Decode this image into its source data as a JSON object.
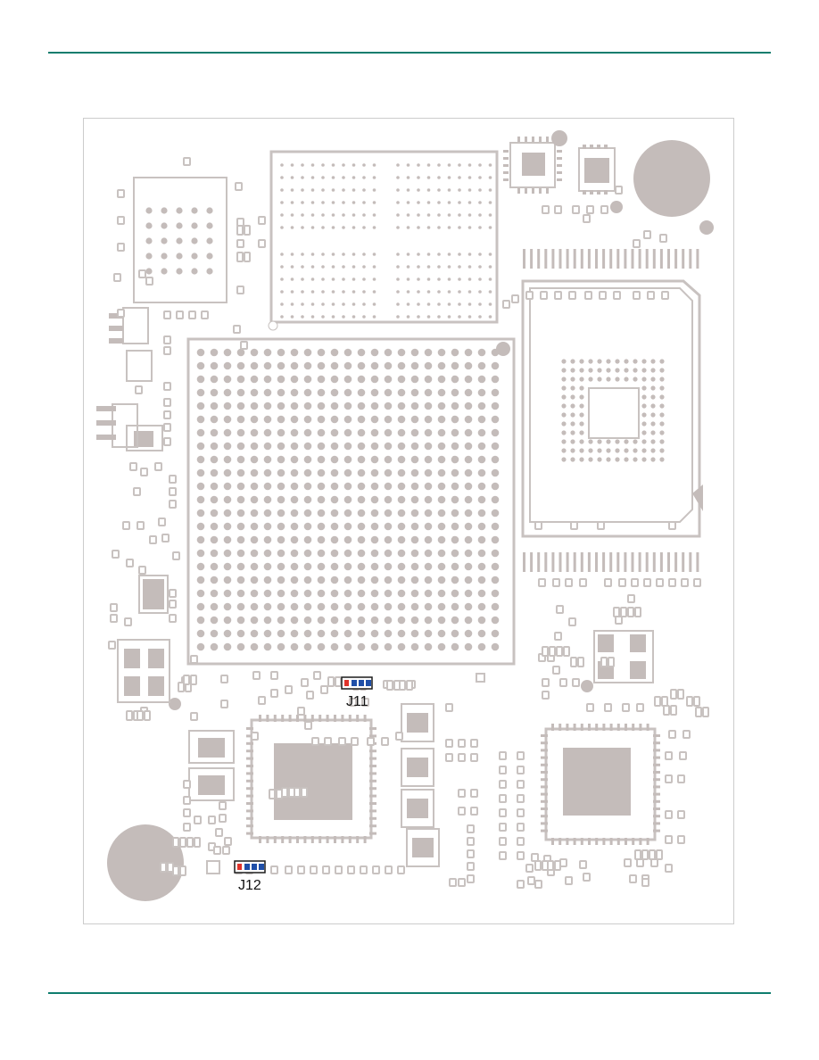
{
  "colors": {
    "rule": "#0f7d6e",
    "silk": "#c8c2c0",
    "fill": "#c4bcba",
    "pin1": "#e0332b",
    "pin": "#1f4fa8"
  },
  "connectors": [
    {
      "id": "j11",
      "label": "J11"
    },
    {
      "id": "j12",
      "label": "J12"
    }
  ]
}
